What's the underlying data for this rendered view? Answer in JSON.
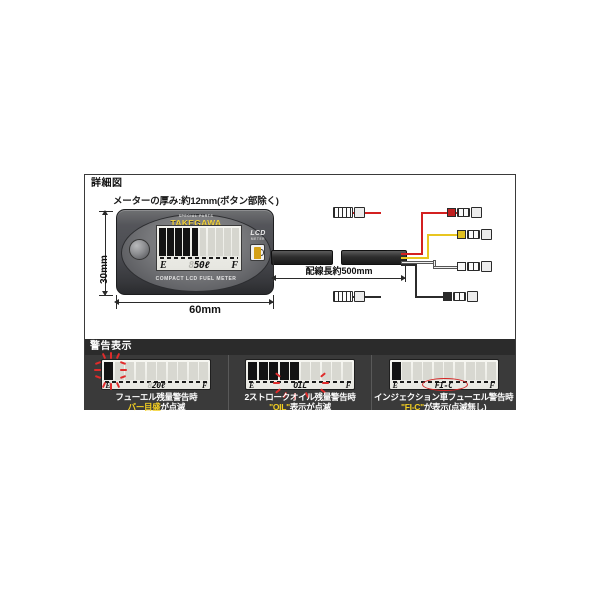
{
  "figure": {
    "detail_section": {
      "header_label": "詳細図",
      "thickness_note": "メーターの厚み:約12mm(ボタン部除く)",
      "dim_height": "30mm",
      "dim_width": "60mm",
      "dim_wire_length": "配線長約500mm"
    },
    "meter": {
      "brand_small": "SPECIAL PARTS",
      "brand_main": "TAKEGAWA",
      "caption": "COMPACT LCD FUEL METER",
      "badge_line1": "LCD",
      "badge_line2": "METER",
      "lcd": {
        "label_empty": "E",
        "label_full": "F",
        "mid_ghost": "8",
        "mid_value": "50",
        "mid_unit": "ℓ",
        "bars_total": 10,
        "bars_on": 5
      }
    },
    "harness": {
      "wire_colors": [
        "#d32020",
        "#e8c520",
        "#f0f0f0",
        "#2b2b2b"
      ],
      "connector_count": 6
    },
    "warning_section": {
      "header_label": "警告表示",
      "panels": [
        {
          "name": "fuel-low-warning",
          "lcd": {
            "label_empty": "E",
            "label_full": "F",
            "mid_ghost": "8",
            "mid_value": "20",
            "mid_unit": "ℓ",
            "bars_total": 10,
            "bars_on": 1,
            "blink": true,
            "blink_target": "bar"
          },
          "caption_line1": "フューエル残量警告時",
          "caption_line2_accent": "バー目盛",
          "caption_line2_tail": "が点滅"
        },
        {
          "name": "two-stroke-oil-warning",
          "lcd": {
            "label_empty": "E",
            "label_full": "F",
            "mid_value": "OIL",
            "bars_total": 10,
            "bars_on": 5,
            "blink": true,
            "blink_target": "text"
          },
          "caption_line1": "2ストロークオイル残量警告時",
          "caption_line2_accent": "\"OIL\"",
          "caption_line2_tail": "表示が点滅"
        },
        {
          "name": "fi-fuel-warning",
          "lcd": {
            "label_empty": "E",
            "label_full": "F",
            "mid_value": "FI-C",
            "bars_total": 10,
            "bars_on": 1,
            "blink": false,
            "highlight_ellipse": true
          },
          "caption_line1": "インジェクション車フューエル警告時",
          "caption_line2_accent": "\"FI-C\"",
          "caption_line2_tail": "が表示(点滅無し)"
        }
      ]
    }
  },
  "colors": {
    "accent_yellow": "#f4d021",
    "warn_red": "#d42525",
    "panel_bg": "#3a3a3a",
    "brand_gold": "#f2d23a"
  }
}
